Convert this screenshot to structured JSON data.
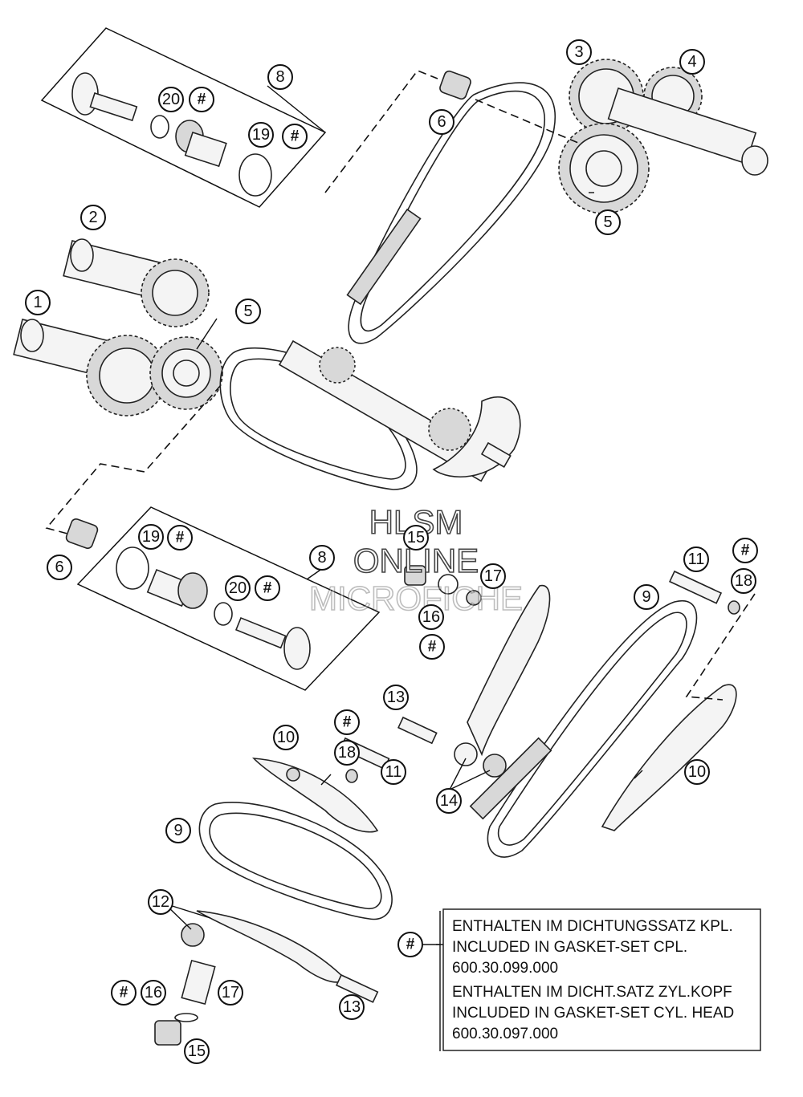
{
  "watermark": {
    "line1": "HLSM",
    "line2": "ONLINE",
    "line3": "MICROFICHE"
  },
  "callouts": {
    "c1": "1",
    "c2": "2",
    "c3": "3",
    "c4": "4",
    "c5a": "5",
    "c5b": "5",
    "c6a": "6",
    "c6b": "6",
    "c8a": "8",
    "c8b": "8",
    "c9a": "9",
    "c9b": "9",
    "c10a": "10",
    "c10b": "10",
    "c11a": "11",
    "c11b": "11",
    "c12": "12",
    "c13a": "13",
    "c13b": "13",
    "c14": "14",
    "c15a": "15",
    "c15b": "15",
    "c16a": "16",
    "c16b": "16",
    "c17a": "17",
    "c17b": "17",
    "c18a": "18",
    "c18b": "18",
    "c19a": "19",
    "c19b": "19",
    "c20a": "20",
    "c20b": "20",
    "hash": "#"
  },
  "legend": {
    "line1": "ENTHALTEN IM DICHTUNGSSATZ KPL.",
    "line2": "INCLUDED IN GASKET-SET CPL.",
    "line3": "600.30.099.000",
    "line4": "ENTHALTEN IM DICHT.SATZ ZYL.KOPF",
    "line5": "INCLUDED IN GASKET-SET CYL. HEAD",
    "line6": "600.30.097.000",
    "symbol": "#"
  }
}
